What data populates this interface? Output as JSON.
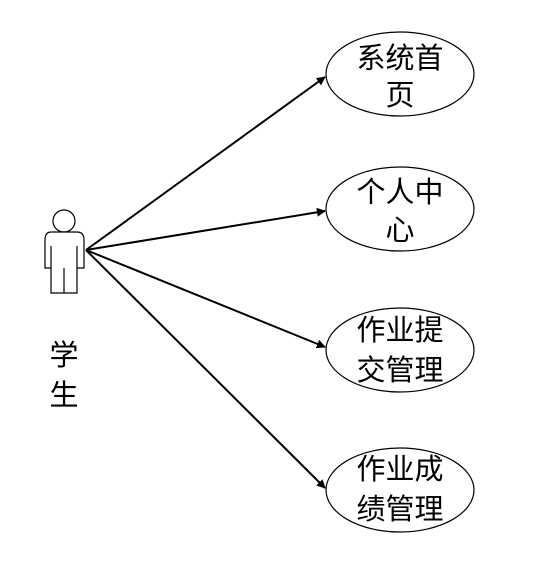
{
  "actor": {
    "label_line1": "学",
    "label_line2": "生"
  },
  "use_cases": [
    {
      "line1": "系统首",
      "line2": "页"
    },
    {
      "line1": "个人中",
      "line2": "心"
    },
    {
      "line1": "作业提",
      "line2": "交管理"
    },
    {
      "line1": "作业成",
      "line2": "绩管理"
    }
  ],
  "colors": {
    "stroke": "#000000",
    "fill": "#ffffff"
  }
}
